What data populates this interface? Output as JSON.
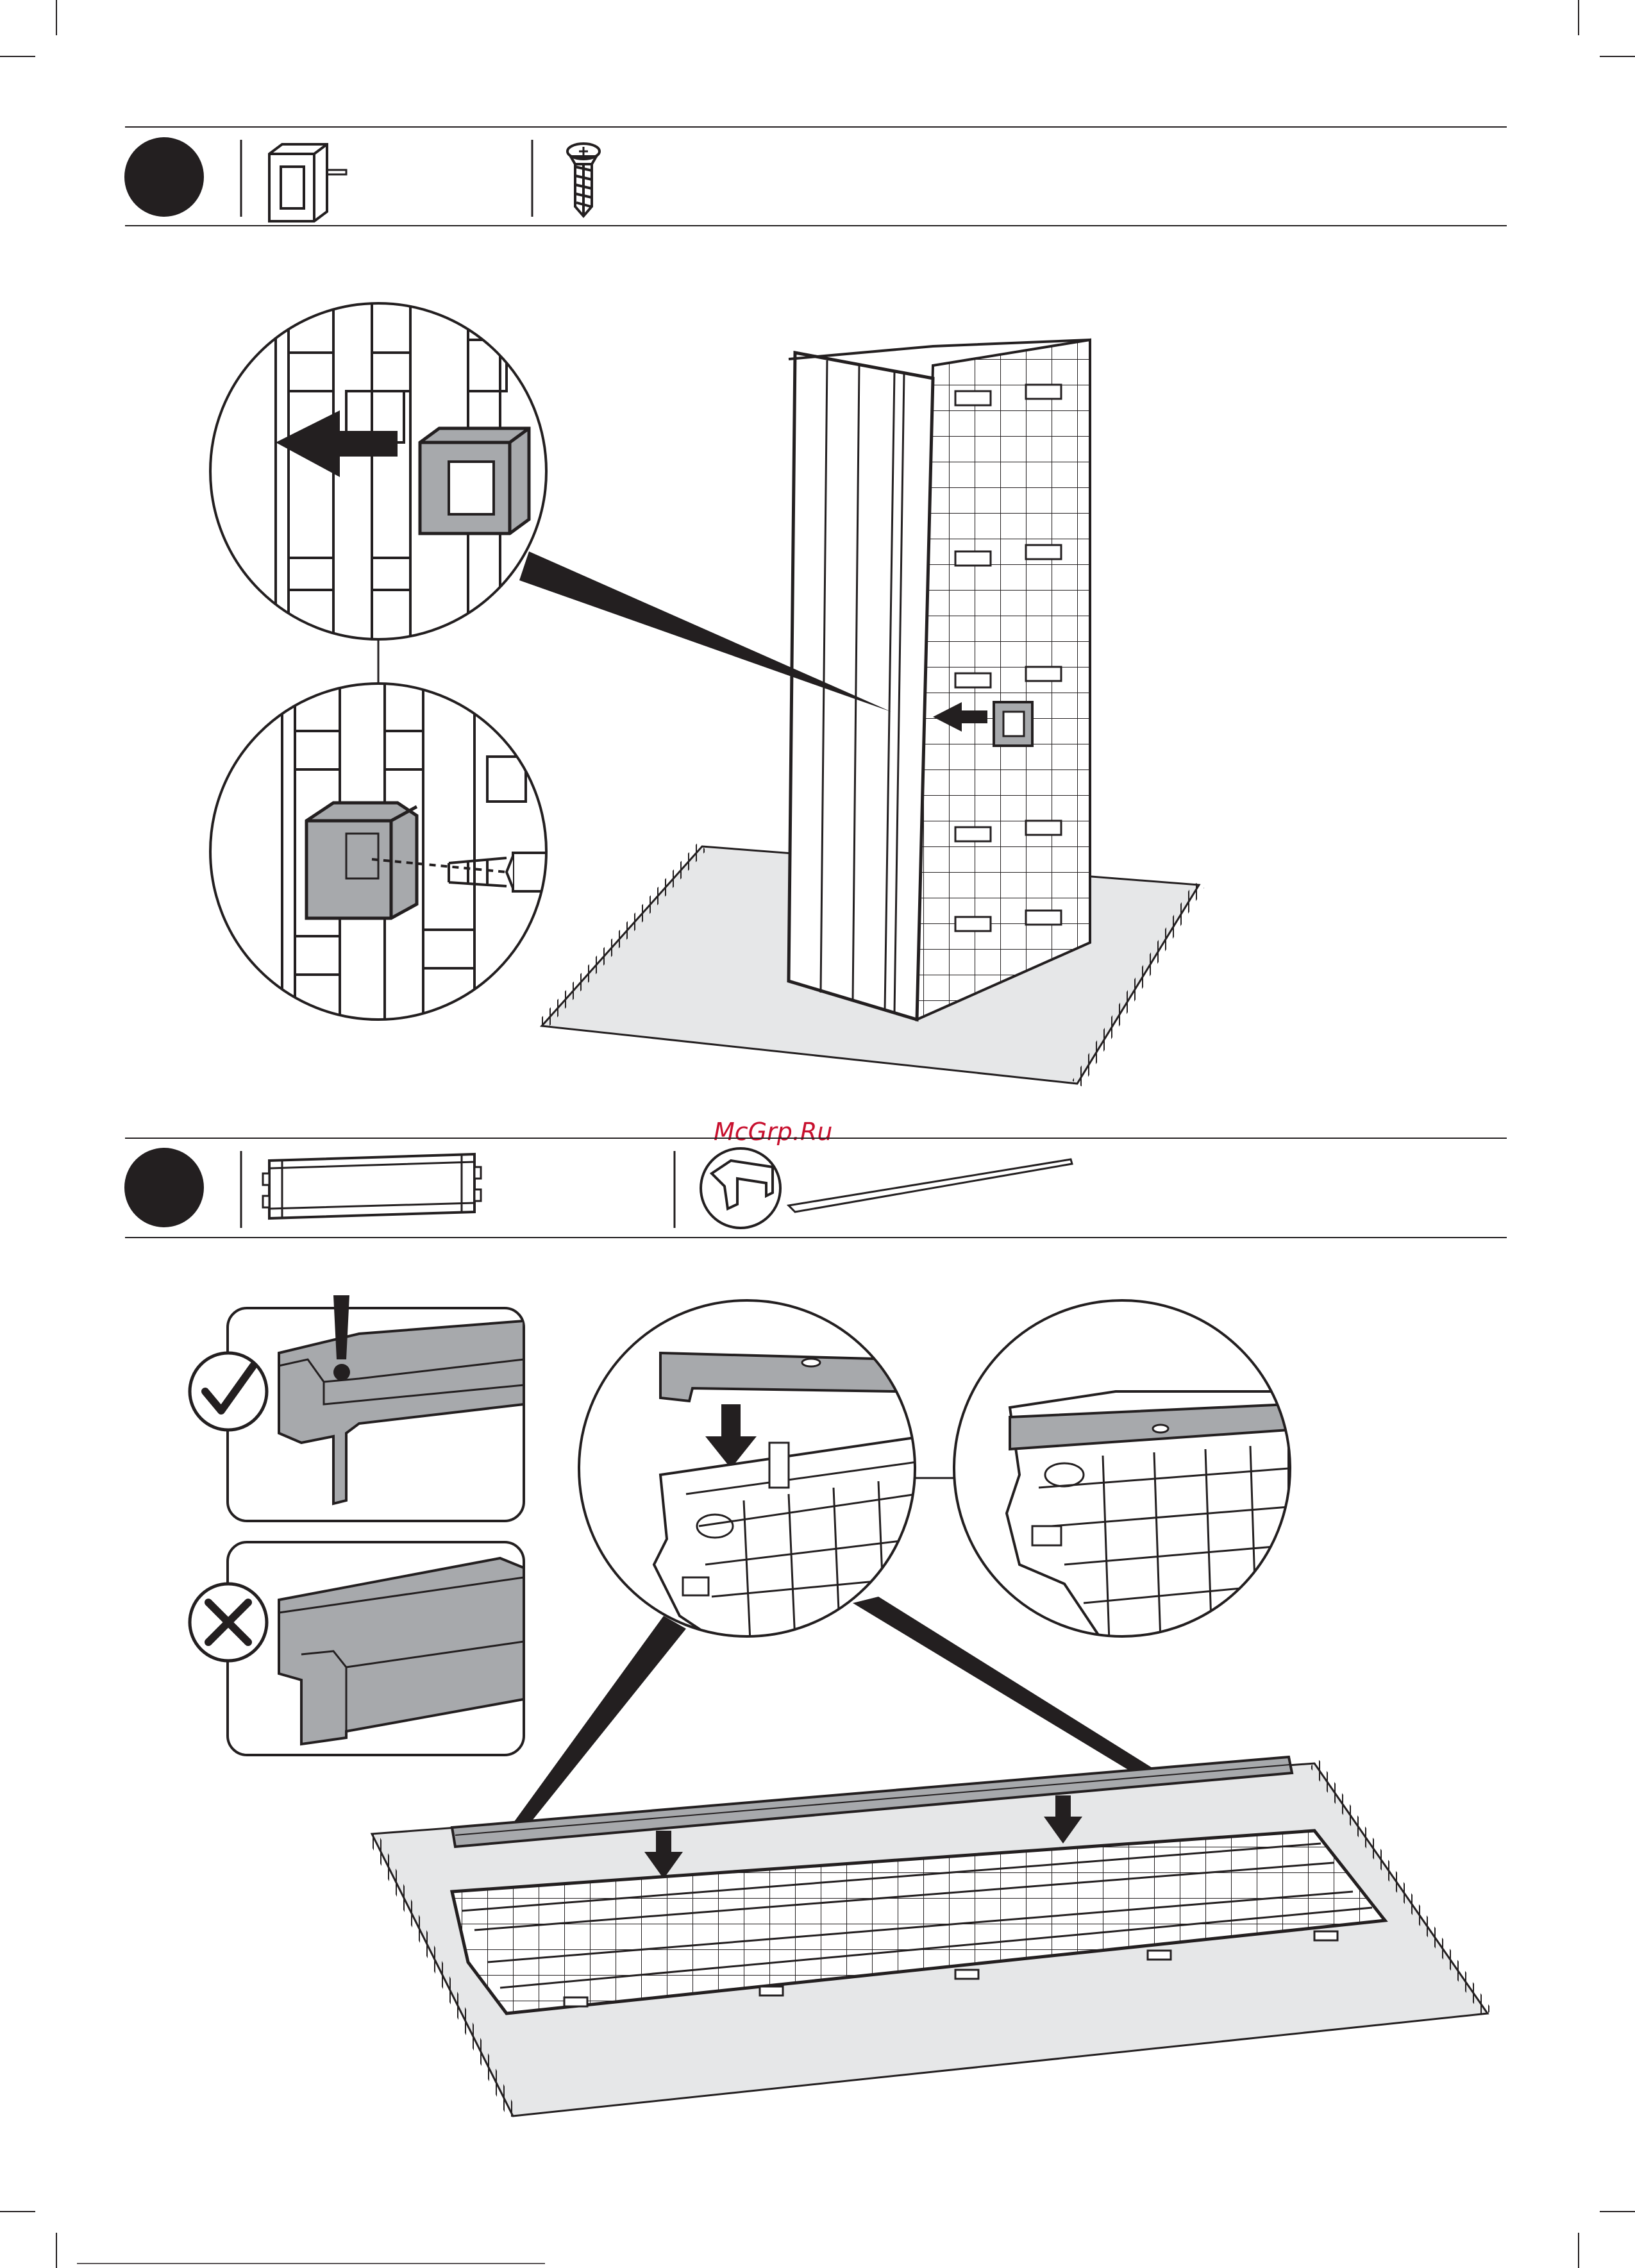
{
  "page": {
    "watermark": "McGrp.Ru",
    "colors": {
      "ink": "#231f20",
      "part_gray": "#a7a9ac",
      "floor_gray": "#e6e7e8",
      "paper": "#ffffff"
    }
  },
  "steps": [
    {
      "parts": [
        {
          "icon": "wall-connector-icon"
        },
        {
          "icon": "screw-icon"
        }
      ],
      "detail_views": [
        {
          "icon": "insert-connector-icon"
        },
        {
          "icon": "fasten-screw-icon"
        }
      ]
    },
    {
      "parts": [
        {
          "icon": "floor-panel-icon"
        },
        {
          "icon": "metal-profile-icon"
        }
      ],
      "orientation_checks": [
        {
          "icon": "check-mark-icon",
          "status": "correct"
        },
        {
          "icon": "cross-mark-icon",
          "status": "incorrect"
        }
      ],
      "detail_views": [
        {
          "icon": "profile-lowering-icon"
        },
        {
          "icon": "profile-seated-icon"
        }
      ]
    }
  ]
}
